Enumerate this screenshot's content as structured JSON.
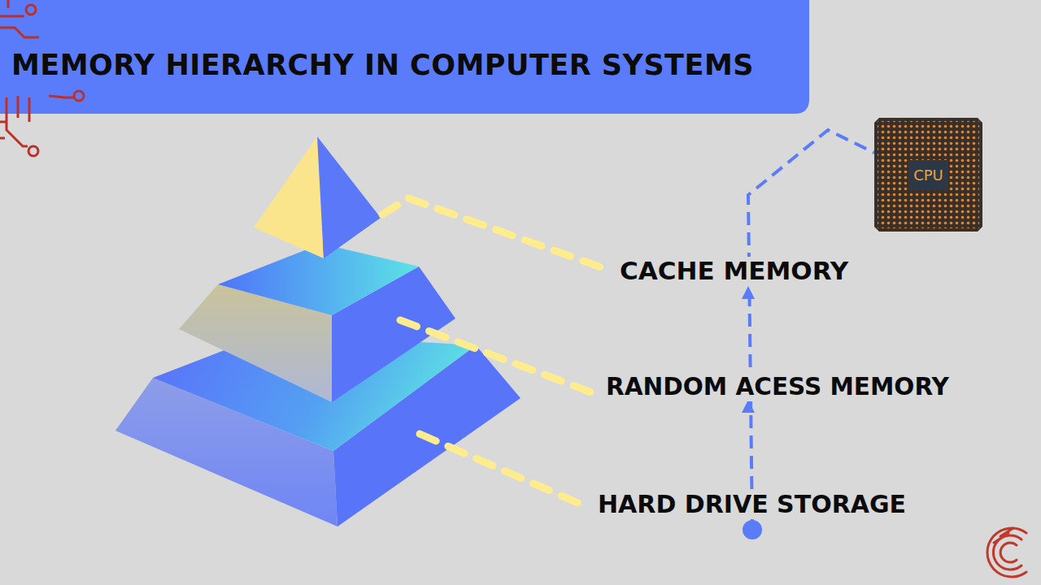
{
  "diagram": {
    "title": "MEMORY HIERARCHY IN COMPUTER SYSTEMS",
    "nodes": [
      {
        "text": [
          "CPU"
        ]
      }
    ],
    "labels": [
      "CACHE MEMORY",
      "RANDOM ACESS MEMORY",
      "HARD DRIVE STORAGE"
    ]
  }
}
